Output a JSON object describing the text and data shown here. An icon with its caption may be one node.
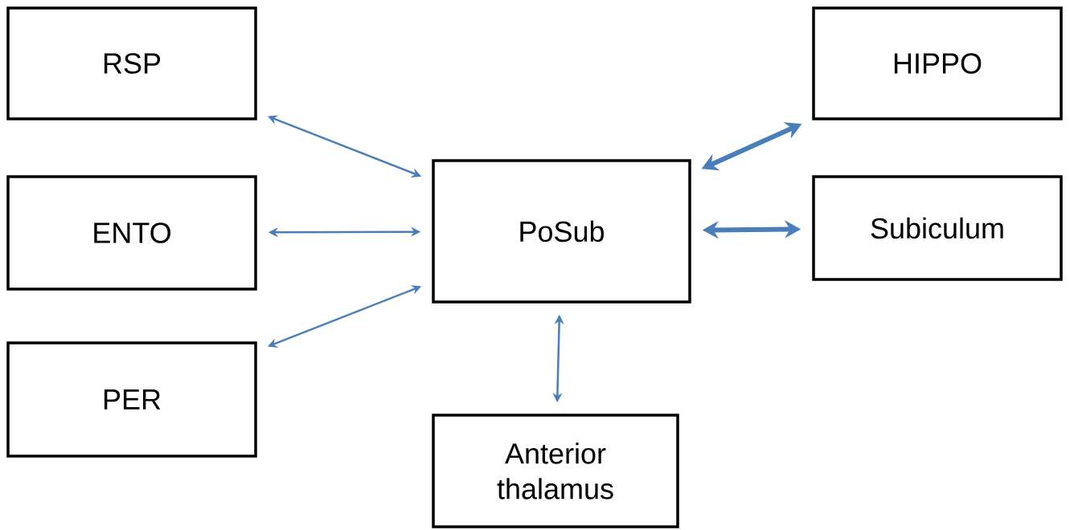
{
  "diagram": {
    "nodes": [
      {
        "text": [
          "RSP"
        ]
      },
      {
        "text": [
          "ENTO"
        ]
      },
      {
        "text": [
          "PER"
        ]
      },
      {
        "text": [
          "PoSub"
        ]
      },
      {
        "text": [
          "HIPPO"
        ]
      },
      {
        "text": [
          "Subiculum"
        ]
      },
      {
        "text": [
          "Anterior thalamus"
        ]
      }
    ],
    "edges": [
      {
        "from": 3,
        "to": 0,
        "arrow": "both"
      },
      {
        "from": 3,
        "to": 1,
        "arrow": "both"
      },
      {
        "from": 3,
        "to": 2,
        "arrow": "both"
      },
      {
        "from": 3,
        "to": 4,
        "arrow": "both",
        "style": "thick"
      },
      {
        "from": 3,
        "to": 5,
        "arrow": "both",
        "style": "thick"
      },
      {
        "from": 3,
        "to": 6,
        "arrow": "both"
      }
    ]
  }
}
